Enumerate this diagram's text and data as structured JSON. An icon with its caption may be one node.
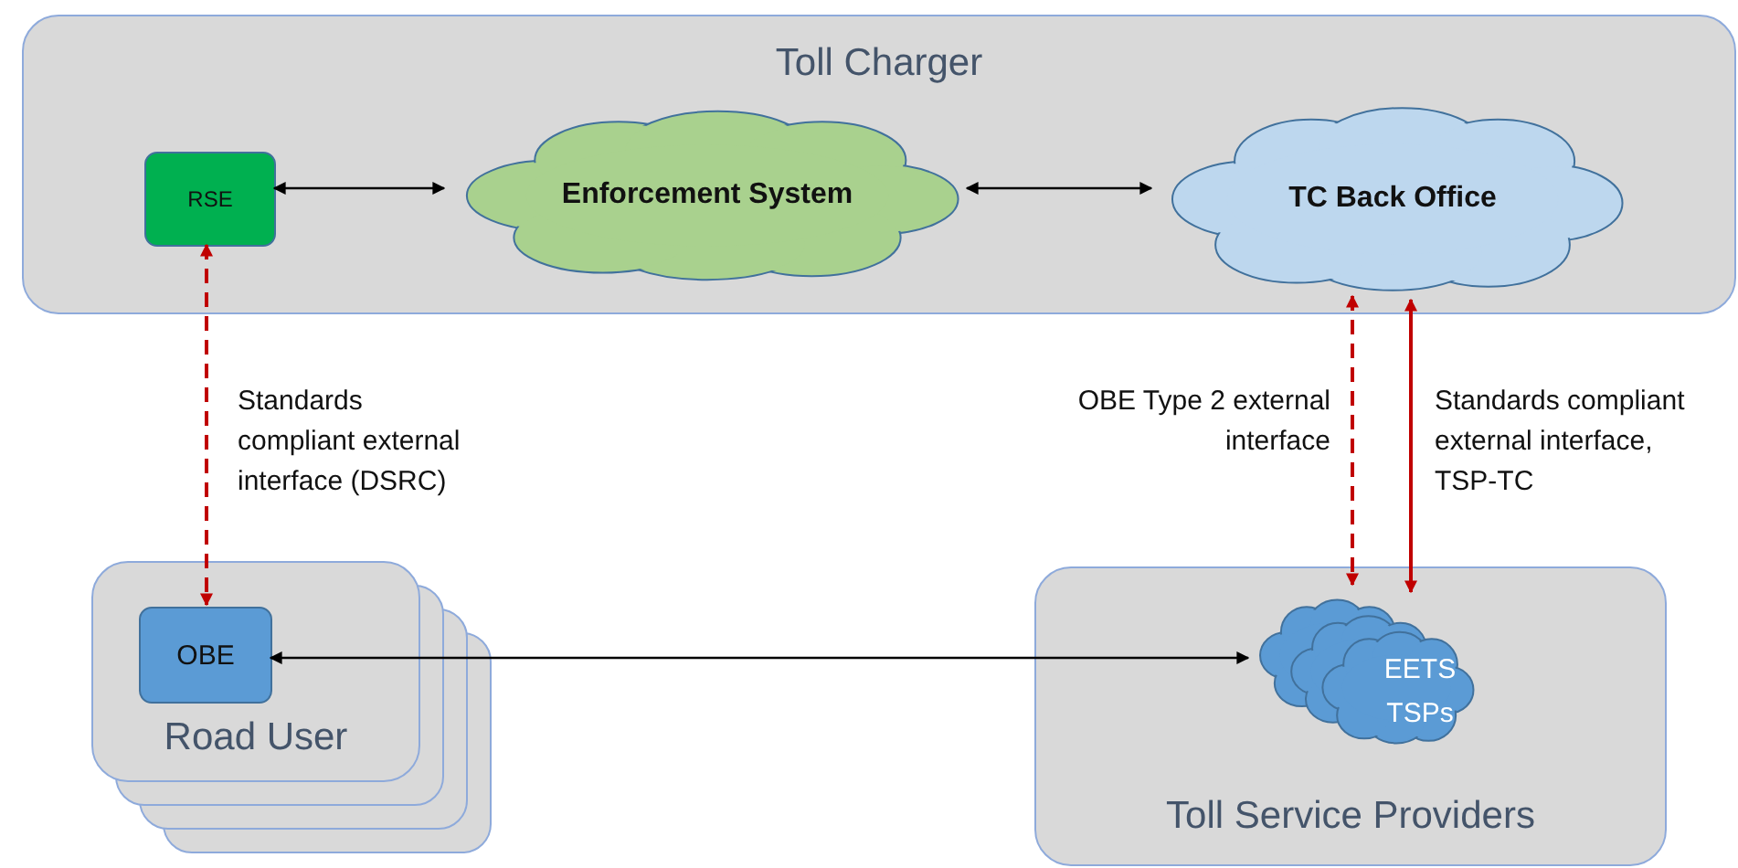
{
  "diagram": {
    "nodes": [
      {
        "text": [
          "Toll Charger"
        ]
      },
      {
        "text": [
          "RSE"
        ],
        "in": 0
      },
      {
        "text": [
          "Enforcement System"
        ],
        "in": 0
      },
      {
        "text": [
          "TC Back Office"
        ],
        "in": 0
      },
      {
        "text": [
          "Road User"
        ]
      },
      {
        "text": [
          "OBE"
        ],
        "in": 4
      },
      {
        "text": [
          "Toll Service Providers"
        ]
      },
      {
        "text": [
          "EETS TSPs"
        ],
        "in": 6
      }
    ],
    "edges": [
      {
        "from": 1,
        "to": 2,
        "arrow": "both"
      },
      {
        "from": 2,
        "to": 3,
        "arrow": "both"
      },
      {
        "from": 1,
        "to": 5,
        "arrow": "both",
        "style": "dashed",
        "color": "#c00000",
        "label": "Standards compliant external interface (DSRC)"
      },
      {
        "from": 3,
        "to": 7,
        "arrow": "both",
        "style": "dashed",
        "color": "#c00000",
        "label": "OBE Type 2 external interface"
      },
      {
        "from": 3,
        "to": 7,
        "arrow": "both",
        "color": "#c00000",
        "label": "Standards compliant external interface, TSP-TC"
      },
      {
        "from": 5,
        "to": 7,
        "arrow": "both"
      }
    ]
  }
}
